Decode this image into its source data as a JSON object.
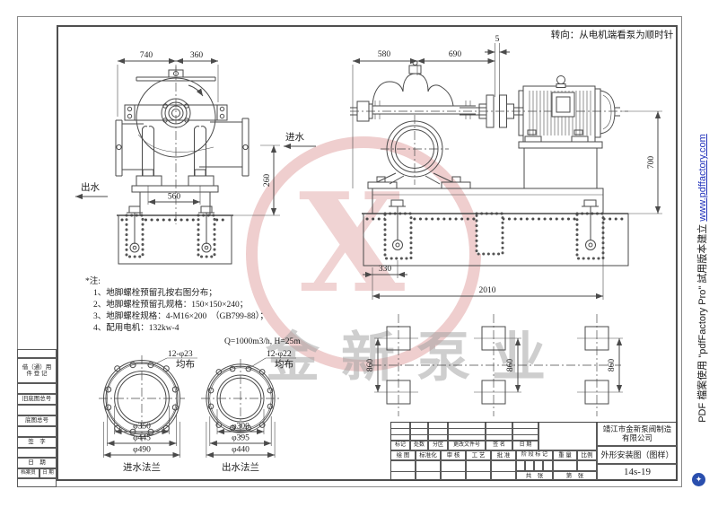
{
  "rotation_note": "转向：从电机端看泵为顺时针",
  "front_view": {
    "dim_top_left": "740",
    "dim_top_right": "360",
    "dim_foot": "560",
    "dim_height": "260",
    "inlet": "进水",
    "outlet": "出水"
  },
  "side_view": {
    "dim_pump": "580",
    "dim_motor": "690",
    "dim_gap": "5",
    "dim_height": "700",
    "dim_bolt": "330",
    "dim_base": "2010"
  },
  "plan_view": {
    "dim_spacing": "860"
  },
  "notes": {
    "title": "*注:",
    "line1": "1、地脚螺栓预留孔按右图分布；",
    "line2": "2、地脚螺栓预留孔规格：150×150×240；",
    "line3": "3、地脚螺栓规格：4-M16×200　（GB799-88）；",
    "line4": "4、配用电机：132kw-4",
    "performance": "Q=1000m3/h, H=25m"
  },
  "flange_inlet": {
    "holes": "12-φ23",
    "layout": "均布",
    "dia_inner": "φ350",
    "dia_bolt": "φ445",
    "dia_outer": "φ490",
    "caption": "进水法兰"
  },
  "flange_outlet": {
    "holes": "12-φ22",
    "layout": "均布",
    "dia_inner": "φ300",
    "dia_bolt": "φ395",
    "dia_outer": "φ440",
    "caption": "出水法兰"
  },
  "title_block": {
    "company": "靖江市金新泵阀制造有限公司",
    "drawing_title": "外形安装图（图样）",
    "drawing_no": "14s-19",
    "rev_c1": "标记",
    "rev_c2": "处数",
    "rev_c3": "分区",
    "rev_c4": "更改文件号",
    "rev_c5": "签 名",
    "rev_c6": "日 期",
    "role_c1": "绘 图",
    "role_c2": "标准化",
    "role_c3": "审 核",
    "role_c4": "工 艺",
    "role_c5": "批 准",
    "stage": "阶 段 标 记",
    "weight": "重 量",
    "scale": "比例",
    "sheet_left": "共　张",
    "sheet_right": "第　张"
  },
  "side_panel": {
    "borrow1": "借（通）用",
    "borrow2": "件 登 记",
    "old_no": "旧底图总号",
    "base_no": "底图总号",
    "sign": "签　字",
    "date": "日　期",
    "archivist": "档案员",
    "arch_date": "日 期"
  },
  "watermark": {
    "brand": "金新泵业",
    "glyph": "X",
    "pdf_text": "PDF 檔案使用 \"pdfFactory Pro\" 試用版本建立 ",
    "pdf_link": "www.pdffactory.com"
  },
  "colors": {
    "line": "#4a4a4a",
    "watermark_pink": "#e0b0b0",
    "watermark_gray": "#cccccc",
    "link_blue": "#2233bb"
  }
}
